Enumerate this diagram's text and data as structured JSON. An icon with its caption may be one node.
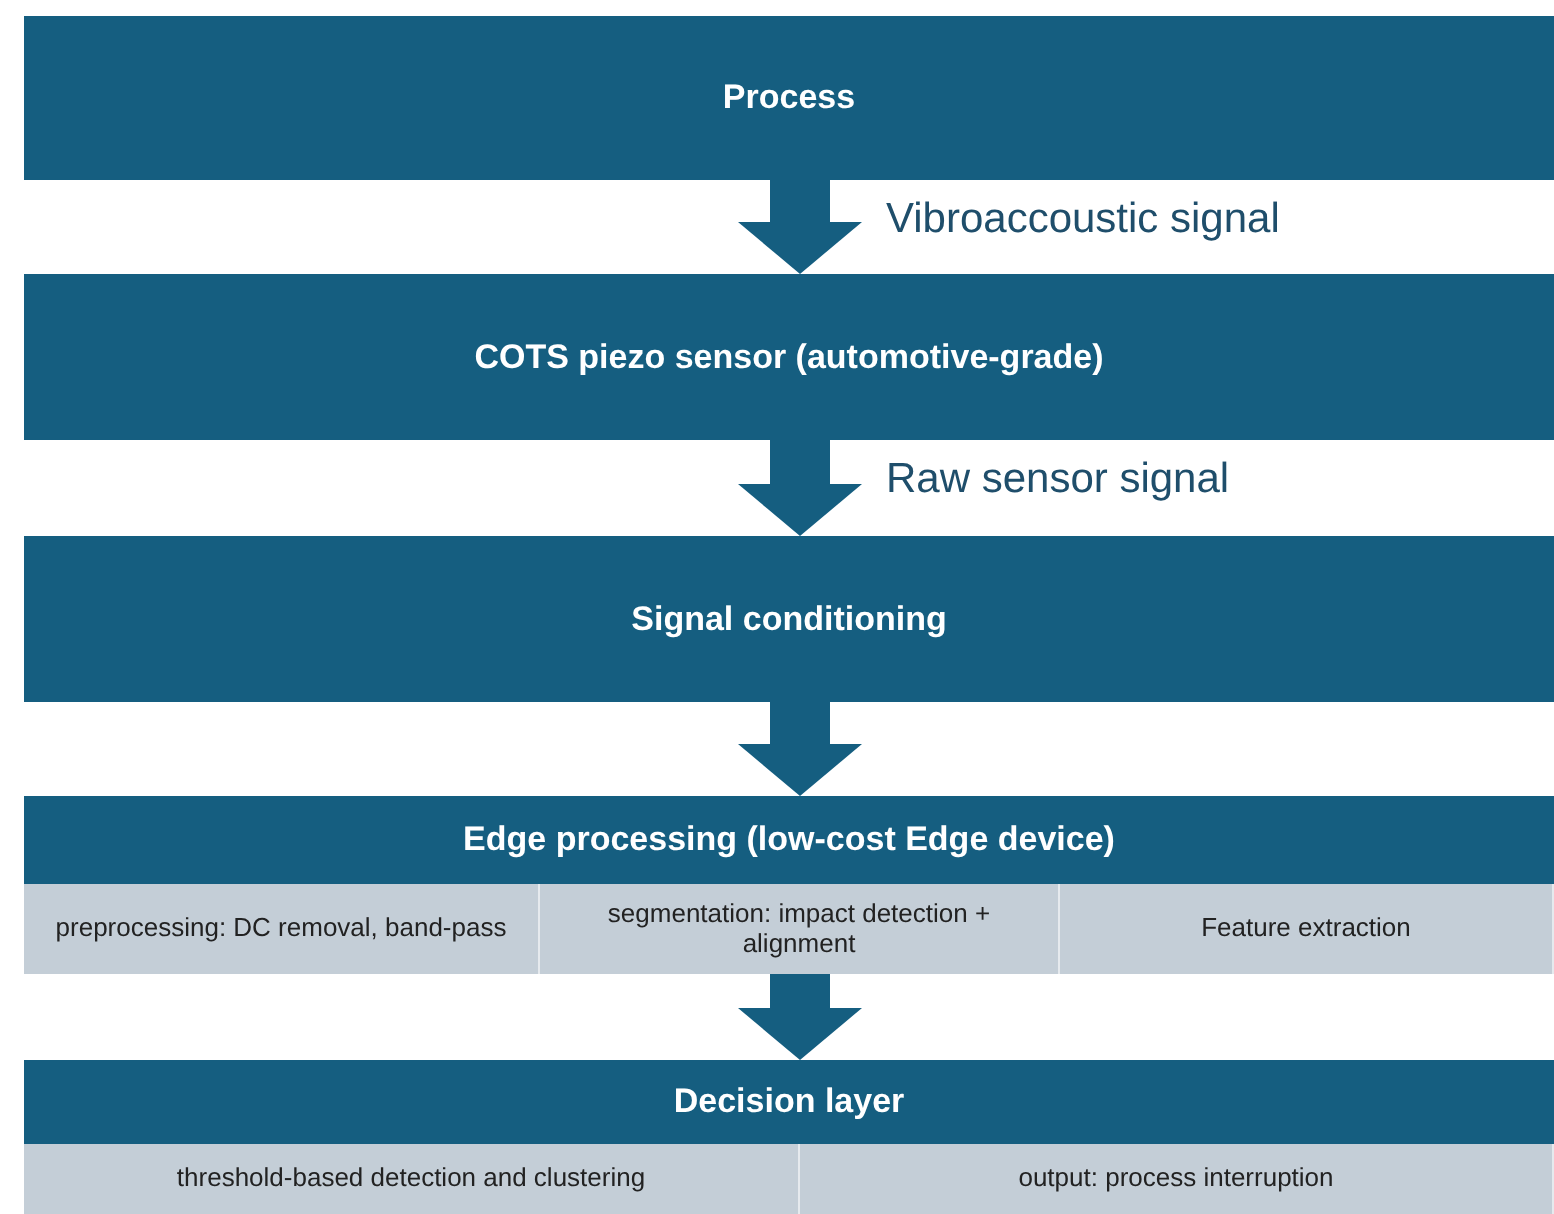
{
  "diagram": {
    "nodes": [
      {
        "text": [
          "Process"
        ]
      },
      {
        "text": [
          "COTS piezo sensor (automotive-grade)"
        ]
      },
      {
        "text": [
          "Signal conditioning"
        ]
      },
      {
        "text": [
          "Edge processing (low-cost Edge device)"
        ]
      },
      {
        "text": [
          "preprocessing:  DC removal,  band-pass"
        ],
        "in": 3
      },
      {
        "text": [
          "segmentation:  impact detection + alignment"
        ],
        "in": 3
      },
      {
        "text": [
          "Feature extraction"
        ],
        "in": 3
      },
      {
        "text": [
          "Decision layer"
        ]
      },
      {
        "text": [
          "threshold-based  detection and clustering"
        ],
        "in": 7
      },
      {
        "text": [
          "output:  process interruption"
        ],
        "in": 7
      }
    ],
    "edges": [
      {
        "from": 0,
        "to": 1,
        "arrow": "to",
        "label": "Vibroaccoustic signal"
      },
      {
        "from": 1,
        "to": 2,
        "arrow": "to",
        "label": "Raw sensor signal"
      },
      {
        "from": 2,
        "to": 3,
        "arrow": "to"
      },
      {
        "from": 3,
        "to": 7,
        "arrow": "to"
      }
    ]
  }
}
